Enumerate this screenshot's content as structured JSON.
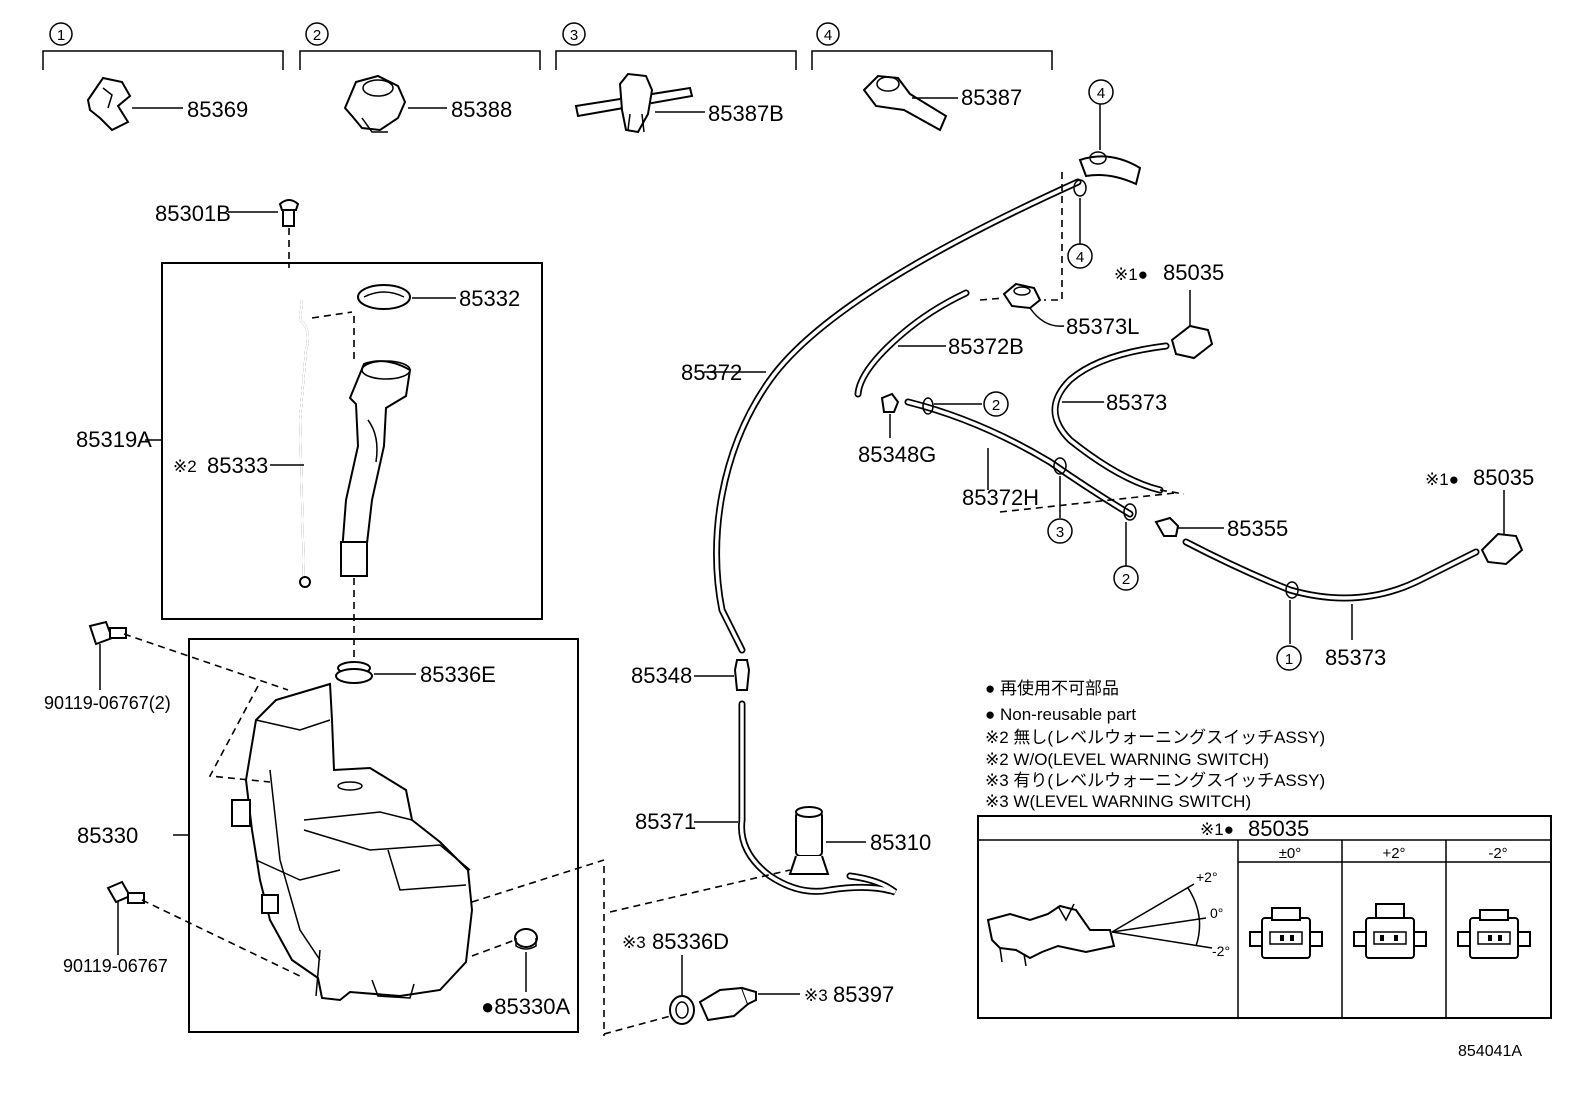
{
  "groups": [
    {
      "num": "1",
      "part": "85369"
    },
    {
      "num": "2",
      "part": "85388"
    },
    {
      "num": "3",
      "part": "85387B"
    },
    {
      "num": "4",
      "part": "85387"
    }
  ],
  "labels": {
    "p85301B": "85301B",
    "p85332": "85332",
    "p85319A": "85319A",
    "p85333_mark": "※2",
    "p85333": "85333",
    "p90119_2": "90119-06767(2)",
    "p85336E": "85336E",
    "p85330": "85330",
    "p90119": "90119-06767",
    "p85330A": "●85330A",
    "p85336D_mark": "※3",
    "p85336D": "85336D",
    "p85397_mark": "※3",
    "p85397": "85397",
    "p85372": "85372",
    "p85348": "85348",
    "p85371": "85371",
    "p85310": "85310",
    "p85373L": "85373L",
    "p85372B": "85372B",
    "p85348G": "85348G",
    "p85372H": "85372H",
    "p85373_upper": "85373",
    "p85035_upper_mark": "※1●",
    "p85035_upper": "85035",
    "p85355": "85355",
    "p85035_right_mark": "※1●",
    "p85035_right": "85035",
    "p85373_lower": "85373",
    "circ_4a": "4",
    "circ_4b": "4",
    "circ_2a": "2",
    "circ_3": "3",
    "circ_2b": "2",
    "circ_1": "1"
  },
  "notes": [
    "● 再使用不可部品",
    "● Non-reusable part",
    "※2 無し(レベルウォーニングスイッチASSY)",
    "※2 W/O(LEVEL WARNING SWITCH)",
    "※3 有り(レベルウォーニングスイッチASSY)",
    "※3 W(LEVEL WARNING SWITCH)"
  ],
  "detail_table": {
    "title_mark": "※1●",
    "title": "85035",
    "columns": [
      "±0°",
      "+2°",
      "-2°"
    ],
    "angles": [
      "+2°",
      "0°",
      "-2°"
    ]
  },
  "figure_id": "854041A"
}
